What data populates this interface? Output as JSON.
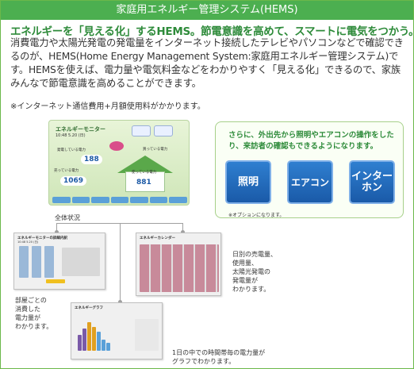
{
  "title": "家庭用エネルギー管理システム(HEMS)",
  "headline": "エネルギーを「見える化」するHEMS。節電意識を高めて、スマートに電気をつかう。",
  "body": "消費電力や太陽光発電の発電量をインターネット接続したテレビやパソコンなどで確認できるのが、HEMS(Home Energy Management System:家庭用エネルギー管理システム)です。HEMSを使えば、電力量や電気料金などをわかりやすく「見える化」できるので、家族みんなで節電意識を高めることができます。",
  "note": "※インターネット通信費用+月額使用料がかかります。",
  "monitor": {
    "title": "エネルギーモニター",
    "date": "10:48 5.20 (日)",
    "value_generated": "188",
    "value_sold": "1069",
    "value_used": "881",
    "label_generated": "発電している電力",
    "label_sold": "売っている電力",
    "label_used": "使っている電力",
    "label_buy": "買っている電力",
    "caption": "全体状況"
  },
  "remote": {
    "text": "さらに、外出先から照明やエアコンの操作をしたり、来訪者の確認もできるようになります。",
    "buttons": [
      "照明",
      "エアコン",
      "インター\nホン"
    ],
    "option_note": "※オプションになります。"
  },
  "screens": {
    "room": {
      "title": "エネルギーモニターの詳細内訳",
      "sub": "10:48 5.20 (日)",
      "caption": "部屋ごとの\n消費した\n電力量が\nわかります。"
    },
    "calendar": {
      "title": "エネルギーカレンダー",
      "caption": "日別の売電量、\n使用量、\n太陽光発電の\n発電量が\nわかります。"
    },
    "graph": {
      "title": "エネルギーグラフ",
      "caption": "1日の中での時間帯毎の電力量が\nグラフでわかります。"
    }
  },
  "colors": {
    "accent": "#4caf50",
    "headline": "#2e8b3a",
    "button": "#1a5aa8"
  }
}
